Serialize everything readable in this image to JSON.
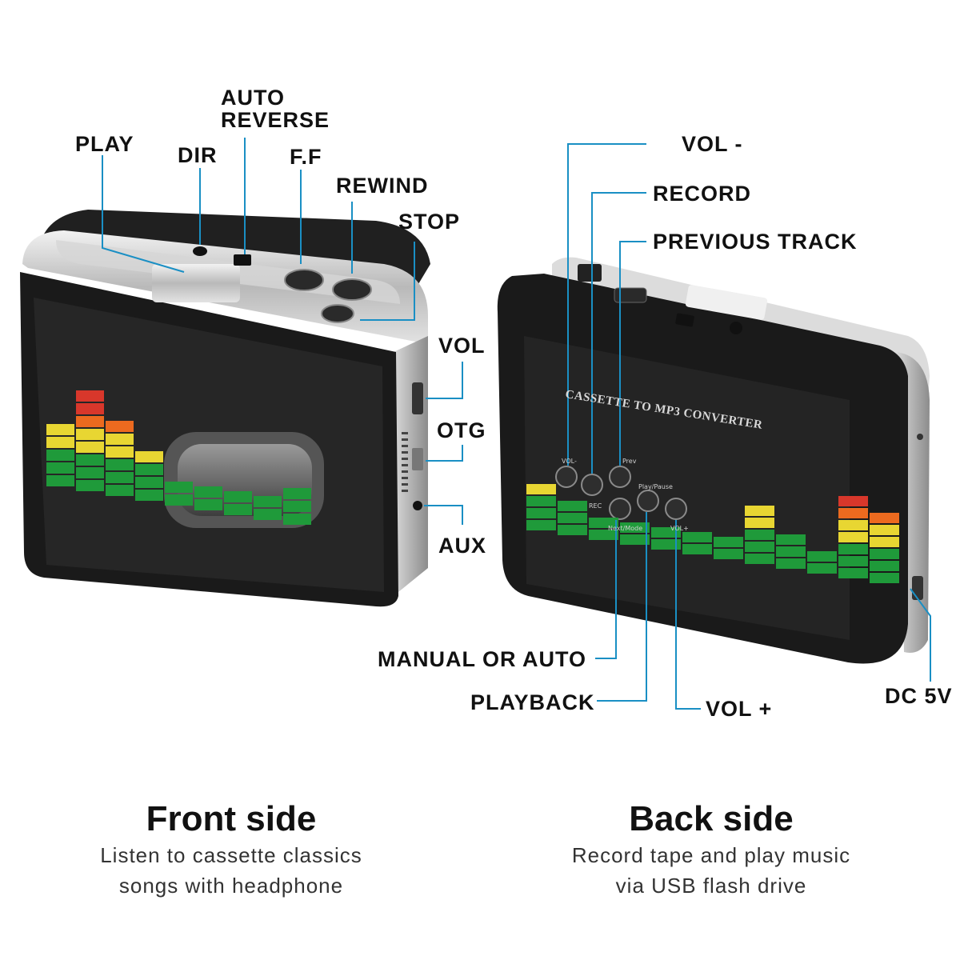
{
  "callouts": {
    "play": "PLAY",
    "dir": "DIR",
    "auto_reverse_1": "AUTO",
    "auto_reverse_2": "REVERSE",
    "ff": "F.F",
    "rewind": "REWIND",
    "stop": "STOP",
    "vol": "VOL",
    "otg": "OTG",
    "aux": "AUX",
    "vol_minus": "VOL -",
    "record": "RECORD",
    "previous_track": "PREVIOUS TRACK",
    "manual_or_auto": "MANUAL OR AUTO",
    "playback": "PLAYBACK",
    "vol_plus": "VOL +",
    "dc_5v": "DC 5V"
  },
  "front": {
    "title": "Front side",
    "line1": "Listen to cassette classics",
    "line2": "songs with headphone"
  },
  "back": {
    "title": "Back side",
    "line1": "Record tape and play music",
    "line2": "via USB flash drive"
  },
  "device_back": {
    "brand_text": "CASSETTE TO MP3 CONVERTER",
    "btn_vol": "VOL-",
    "btn_prev": "Prev",
    "btn_rec": "REC",
    "btn_playpause": "Play/Pause",
    "btn_nextmode": "Next/Mode",
    "btn_volplus": "VOL+"
  },
  "colors": {
    "leader_line": "#1a8fc4",
    "body_black": "#1c1c1c",
    "silver": "#c9c9c9",
    "eq_green": "#1f9a3a",
    "eq_yellow": "#e8d632",
    "eq_orange": "#ec6a1f",
    "eq_red": "#d8372b"
  }
}
